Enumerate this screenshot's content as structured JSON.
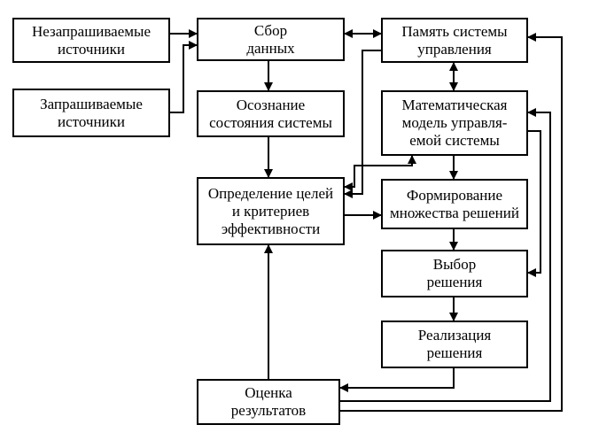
{
  "diagram": {
    "boxes": {
      "unrequested_sources": [
        "Незапрашиваемые",
        "источники"
      ],
      "requested_sources": [
        "Запрашиваемые",
        "источники"
      ],
      "data_collection": [
        "Сбор",
        "данных"
      ],
      "system_state_awareness": [
        "Осознание",
        "состояния системы"
      ],
      "goals_criteria": [
        "Определение целей",
        "и критериев",
        "эффективности"
      ],
      "results_evaluation": [
        "Оценка",
        "результатов"
      ],
      "control_memory": [
        "Память системы",
        "управления"
      ],
      "math_model": [
        "Математическая",
        "модель управля-",
        "емой системы"
      ],
      "solution_set": [
        "Формирование",
        "множества решений"
      ],
      "solution_choice": [
        "Выбор",
        "решения"
      ],
      "solution_implementation": [
        "Реализация",
        "решения"
      ]
    }
  }
}
